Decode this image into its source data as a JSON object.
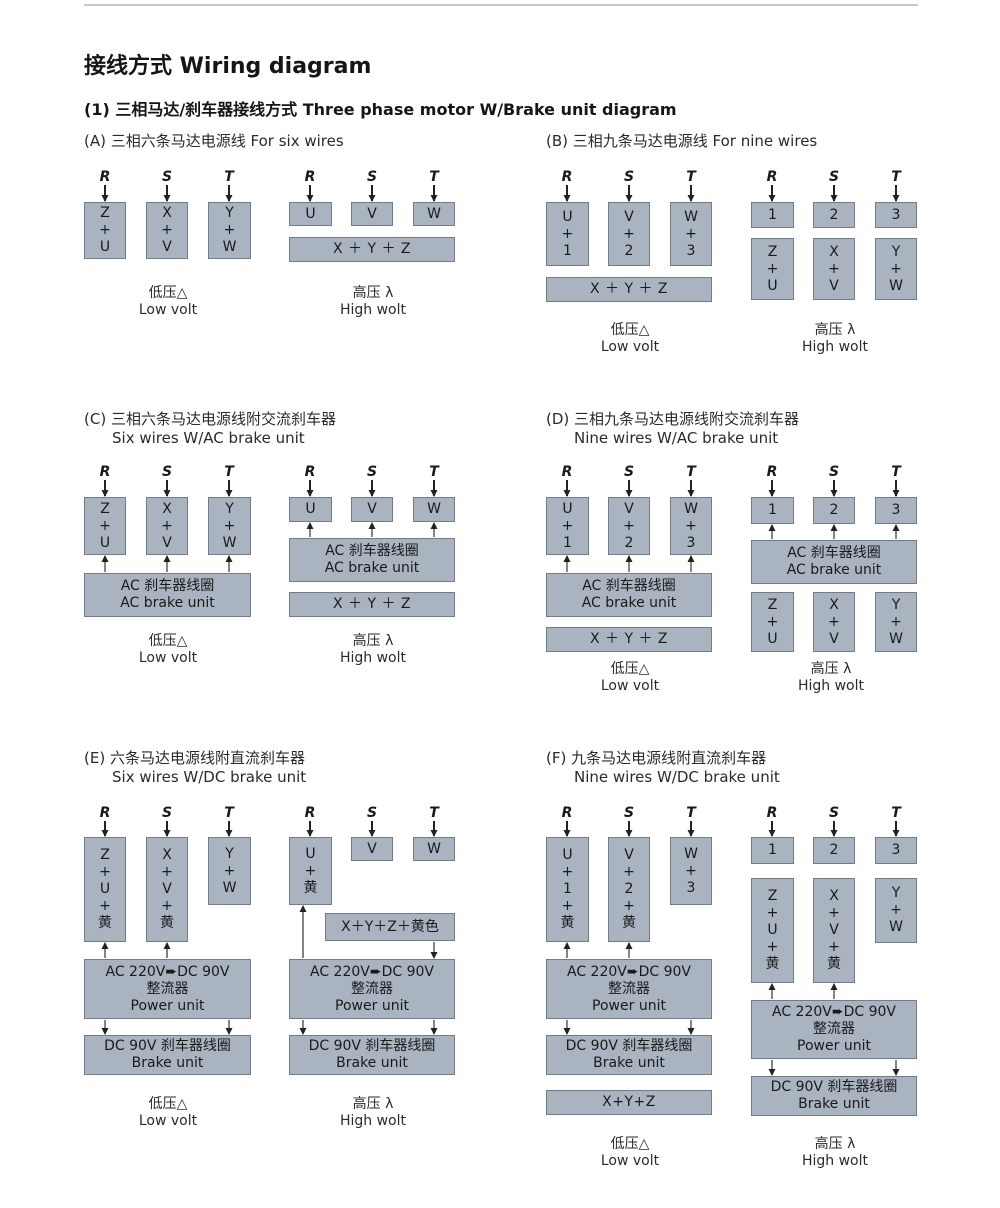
{
  "title": "接线方式 Wiring diagram",
  "subtitle": "(1) 三相马达/刹车器接线方式 Three phase motor W/Brake unit diagram",
  "phases": [
    "R",
    "S",
    "T"
  ],
  "sections": [
    {
      "id": "A",
      "line1": "(A) 三相六条马达电源线 For six wires",
      "line2": ""
    },
    {
      "id": "B",
      "line1": "(B) 三相九条马达电源线 For nine wires",
      "line2": ""
    },
    {
      "id": "C",
      "line1": "(C) 三相六条马达电源线附交流刹车器",
      "line2": "Six wires W/AC brake unit"
    },
    {
      "id": "D",
      "line1": "(D) 三相九条马达电源线附交流刹车器",
      "line2": "Nine wires W/AC brake unit"
    },
    {
      "id": "E",
      "line1": "(E) 六条马达电源线附直流刹车器",
      "line2": "Six wires W/DC brake unit"
    },
    {
      "id": "F",
      "line1": "(F) 九条马达电源线附直流刹车器",
      "line2": "Nine wires W/DC brake unit"
    }
  ],
  "captions": {
    "low_cn": "低压△",
    "low_en": "Low volt",
    "high_cn": "高压 λ",
    "high_en": "High wolt"
  },
  "boxes": {
    "zu": [
      "Z",
      "+",
      "U"
    ],
    "xv": [
      "X",
      "+",
      "V"
    ],
    "yw": [
      "Y",
      "+",
      "W"
    ],
    "u": [
      "U"
    ],
    "v": [
      "V"
    ],
    "w": [
      "W"
    ],
    "u1": [
      "U",
      "+",
      "1"
    ],
    "v2": [
      "V",
      "+",
      "2"
    ],
    "w3": [
      "W",
      "+",
      "3"
    ],
    "n1": [
      "1"
    ],
    "n2": [
      "2"
    ],
    "n3": [
      "3"
    ],
    "xyz": [
      "X ＋ Y ＋ Z"
    ],
    "xyz_compact": [
      "X+Y+Z"
    ],
    "xyz_yellow": [
      "X＋Y＋Z＋黄色"
    ],
    "ac_brake": [
      "AC 刹车器线圈",
      "AC brake unit"
    ],
    "zu_yellow": [
      "Z",
      "+",
      "U",
      "+",
      "黄"
    ],
    "xv_yellow": [
      "X",
      "+",
      "V",
      "+",
      "黄"
    ],
    "u_yellow": [
      "U",
      "+",
      "黄"
    ],
    "u1_yellow": [
      "U",
      "+",
      "1",
      "+",
      "黄"
    ],
    "v2_yellow": [
      "V",
      "+",
      "2",
      "+",
      "黄"
    ],
    "power_unit": [
      "AC 220V➨DC 90V",
      "整流器",
      "Power unit"
    ],
    "dc_brake": [
      "DC 90V 刹车器线圈",
      "Brake unit"
    ]
  }
}
